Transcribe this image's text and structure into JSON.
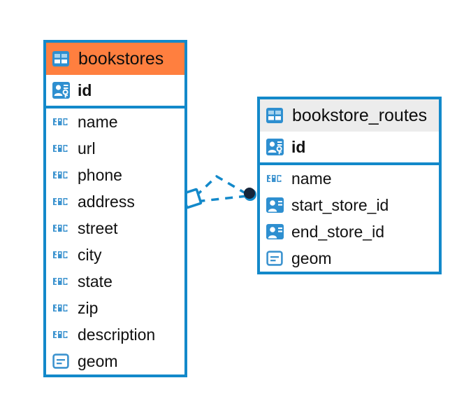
{
  "diagram": {
    "type": "entity-relationship-diagram",
    "accent_color": "#1389ca",
    "selected_header_color": "#ff7f3f",
    "header_color": "#ececec",
    "relationship_line_color": "#1389ca",
    "relationship_endpoint_color": "#0d2b45"
  },
  "entities": [
    {
      "name": "bookstores",
      "selected": true,
      "table_icon": "table-grid-icon",
      "fields": [
        {
          "label": "id",
          "type": "primary-key",
          "icon": "primary-key-icon",
          "bold": true
        },
        {
          "label": "name",
          "type": "text",
          "icon": "abc-text-icon",
          "bold": false
        },
        {
          "label": "url",
          "type": "text",
          "icon": "abc-text-icon",
          "bold": false
        },
        {
          "label": "phone",
          "type": "text",
          "icon": "abc-text-icon",
          "bold": false
        },
        {
          "label": "address",
          "type": "text",
          "icon": "abc-text-icon",
          "bold": false
        },
        {
          "label": "street",
          "type": "text",
          "icon": "abc-text-icon",
          "bold": false
        },
        {
          "label": "city",
          "type": "text",
          "icon": "abc-text-icon",
          "bold": false
        },
        {
          "label": "state",
          "type": "text",
          "icon": "abc-text-icon",
          "bold": false
        },
        {
          "label": "zip",
          "type": "text",
          "icon": "abc-text-icon",
          "bold": false
        },
        {
          "label": "description",
          "type": "text",
          "icon": "abc-text-icon",
          "bold": false
        },
        {
          "label": "geom",
          "type": "geometry",
          "icon": "geometry-icon",
          "bold": false
        }
      ]
    },
    {
      "name": "bookstore_routes",
      "selected": false,
      "table_icon": "table-grid-icon",
      "fields": [
        {
          "label": "id",
          "type": "primary-key",
          "icon": "primary-key-icon",
          "bold": true
        },
        {
          "label": "name",
          "type": "text",
          "icon": "abc-text-icon",
          "bold": false
        },
        {
          "label": "start_store_id",
          "type": "foreign-key",
          "icon": "foreign-key-icon",
          "bold": false
        },
        {
          "label": "end_store_id",
          "type": "foreign-key",
          "icon": "foreign-key-icon",
          "bold": false
        },
        {
          "label": "geom",
          "type": "geometry",
          "icon": "geometry-icon",
          "bold": false
        }
      ]
    }
  ],
  "relationships": [
    {
      "from_entity": "bookstore_routes",
      "from_field": "start_store_id",
      "to_entity": "bookstores",
      "source_endpoint": "filled-circle",
      "target_endpoint": "hollow-diamond",
      "line_style": "dashed"
    },
    {
      "from_entity": "bookstore_routes",
      "from_field": "end_store_id",
      "to_entity": "bookstores",
      "source_endpoint": "filled-circle",
      "target_endpoint": "hollow-diamond",
      "line_style": "dashed"
    }
  ]
}
